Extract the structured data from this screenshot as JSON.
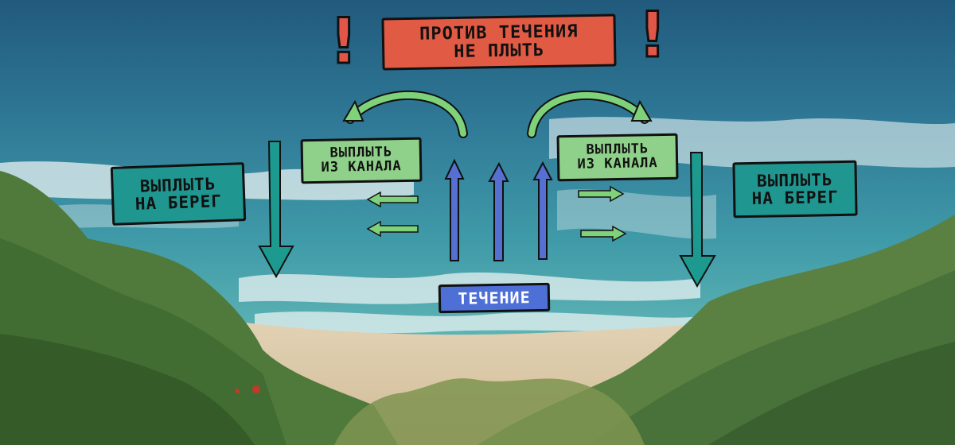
{
  "illustration": {
    "warning": {
      "line1": "Против течения",
      "line2": "не плыть",
      "mark": "!"
    },
    "escape_channel": {
      "line1": "Выплыть",
      "line2": "из канала"
    },
    "swim_to_shore": {
      "line1": "Выплыть",
      "line2": "на берег"
    },
    "current_label": "Течение",
    "colors": {
      "warning_bg": "#e15b44",
      "escape_bg": "#8fd18a",
      "shore_bg": "#1f968f",
      "current_bg": "#4d6fd6",
      "escape_arrow": "#7fd27a",
      "shore_arrow": "#1c9a90",
      "current_arrow": "#5570d0"
    }
  }
}
